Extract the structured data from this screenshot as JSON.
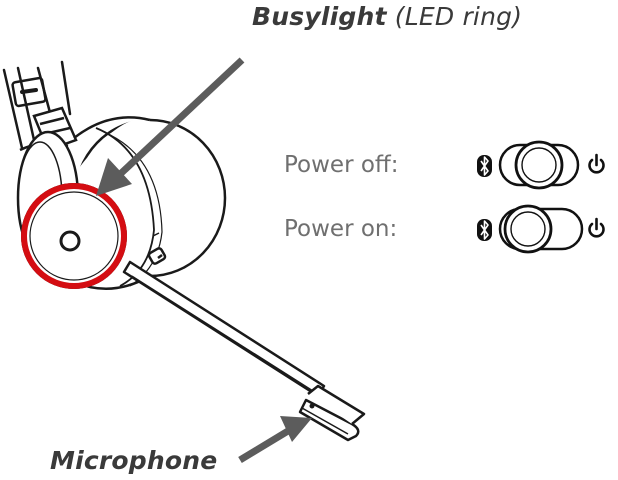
{
  "callouts": {
    "busylight": {
      "title": "Busylight",
      "detail": "(LED ring)"
    },
    "microphone": "Microphone"
  },
  "switch_states": [
    {
      "label": "Power off:",
      "position": "center"
    },
    {
      "label": "Power on:",
      "position": "left"
    }
  ],
  "colors": {
    "led_ring": "#d40d12",
    "outline": "#1a1a1a",
    "arrow": "#5c5c5c",
    "callout_text": "#3a3a3a",
    "label_text": "#6f6f6f"
  },
  "icons": [
    "bluetooth-icon",
    "power-icon",
    "arrow-icon"
  ]
}
